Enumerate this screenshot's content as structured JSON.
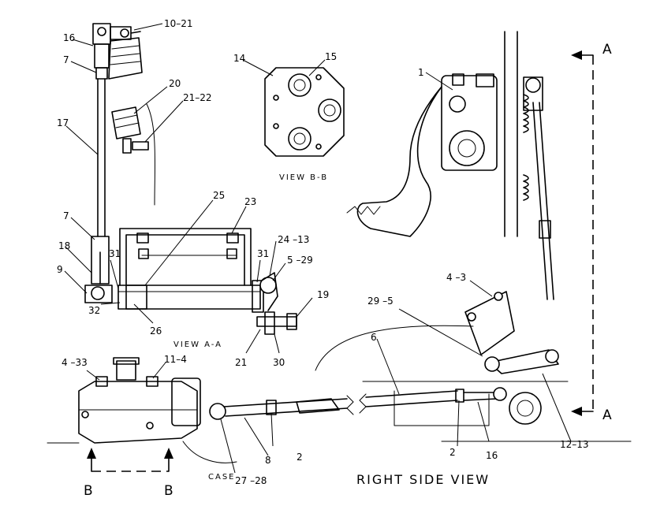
{
  "captions": {
    "view_bb": "VIEW B-B",
    "view_aa": "VIEW A-A",
    "case": "CASE",
    "right_side_view": "RIGHT SIDE VIEW"
  },
  "section_markers": {
    "a_top": "A",
    "a_bottom": "A",
    "b_left": "B",
    "b_right": "B"
  },
  "callouts": [
    "10–21",
    "16",
    "7",
    "20",
    "21–22",
    "17",
    "14",
    "15",
    "1",
    "25",
    "23",
    "7",
    "18",
    "31",
    "24 –13",
    "31",
    "5 –29",
    "9",
    "32",
    "26",
    "19",
    "21",
    "30",
    "4 –3",
    "29 –5",
    "6",
    "4 –33",
    "11–4",
    "2",
    "16",
    "12–13",
    "8",
    "2",
    "27 –28"
  ]
}
